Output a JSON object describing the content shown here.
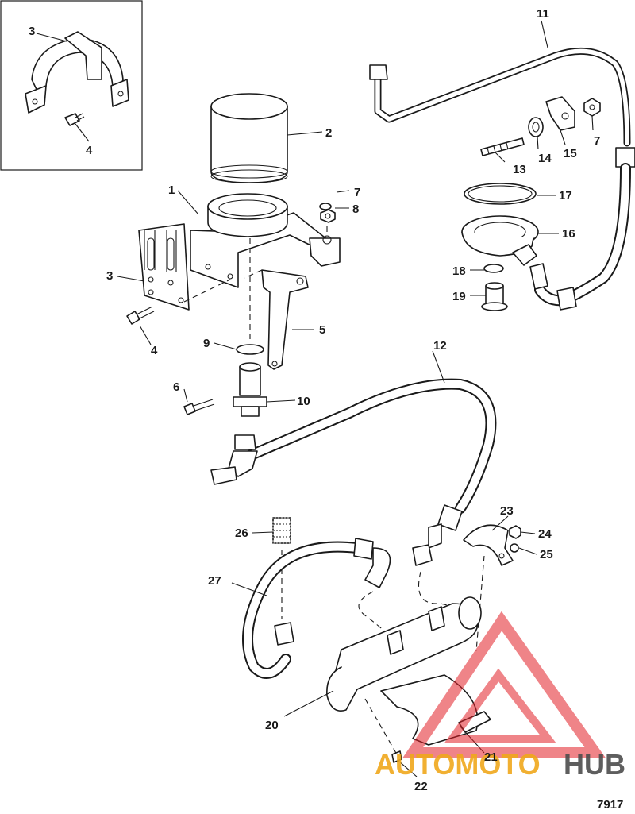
{
  "drawing_number": "7917",
  "callouts": {
    "c1": "1",
    "c2": "2",
    "c3a": "3",
    "c3b": "3",
    "c4a": "4",
    "c4b": "4",
    "c5": "5",
    "c6": "6",
    "c7a": "7",
    "c7b": "7",
    "c8": "8",
    "c9": "9",
    "c10": "10",
    "c11": "11",
    "c12": "12",
    "c13": "13",
    "c14": "14",
    "c15": "15",
    "c16": "16",
    "c17": "17",
    "c18": "18",
    "c19": "19",
    "c20": "20",
    "c21": "21",
    "c22": "22",
    "c23": "23",
    "c24": "24",
    "c25": "25",
    "c26": "26",
    "c27": "27"
  },
  "watermark": {
    "auto_text": "AUTOMOTO",
    "hub_text": "HUB",
    "colors": {
      "triangle": "#e11f26",
      "auto": "#f0a81c",
      "hub": "#4d4d4d"
    }
  }
}
